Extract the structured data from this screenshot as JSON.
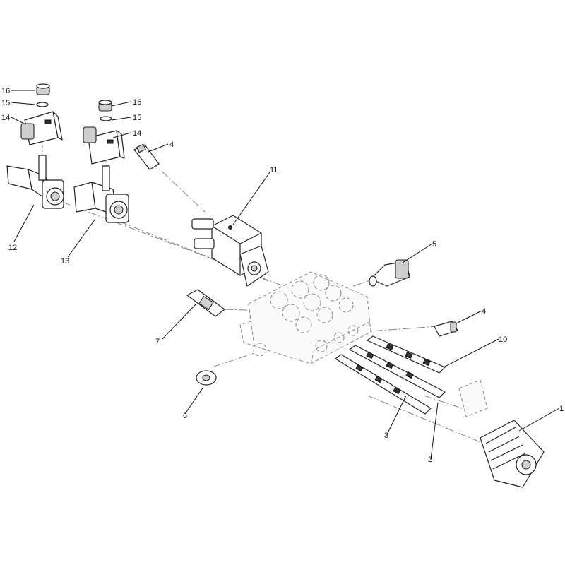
{
  "callouts": {
    "c1": "1",
    "c2": "2",
    "c3": "3",
    "c4a": "4",
    "c4b": "4",
    "c5": "5",
    "c6": "6",
    "c7": "7",
    "c10": "10",
    "c11": "11",
    "c12": "12",
    "c13": "13",
    "c14a": "14",
    "c14b": "14",
    "c15a": "15",
    "c15b": "15",
    "c16a": "16",
    "c16b": "16"
  }
}
